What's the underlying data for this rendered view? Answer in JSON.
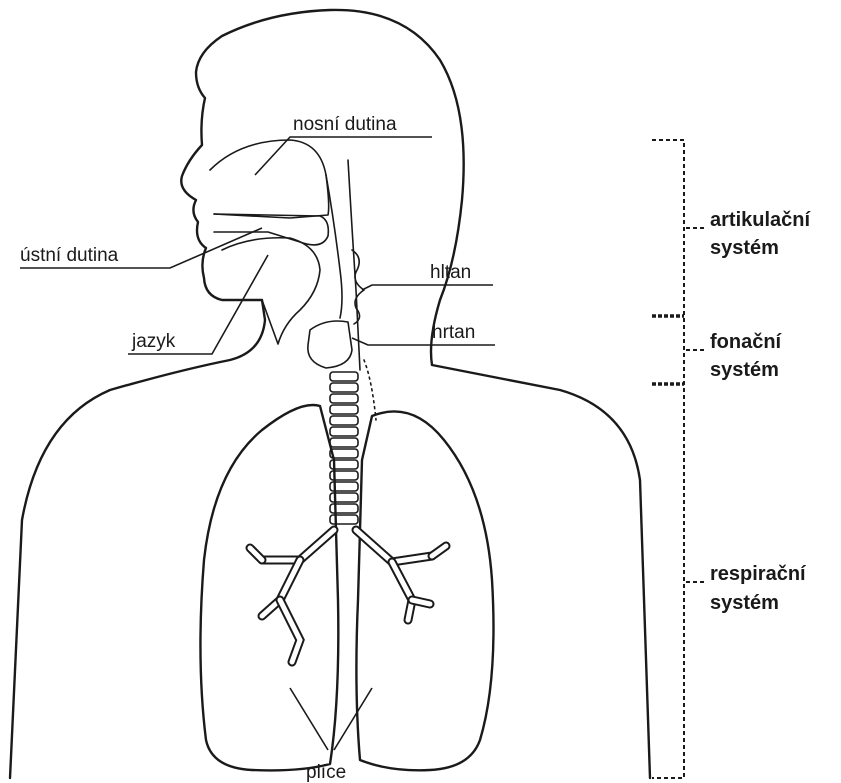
{
  "labels": {
    "nosni_dutina": "nosní dutina",
    "ustni_dutina": "ústní dutina",
    "jazyk": "jazyk",
    "hltan": "hltan",
    "hrtan": "hrtan",
    "plice": "plíce"
  },
  "systems": {
    "artikulacni": {
      "line1": "artikulační",
      "line2": "systém"
    },
    "fonacni": {
      "line1": "fonační",
      "line2": "systém"
    },
    "respiracni": {
      "line1": "respirační",
      "line2": "systém"
    }
  }
}
